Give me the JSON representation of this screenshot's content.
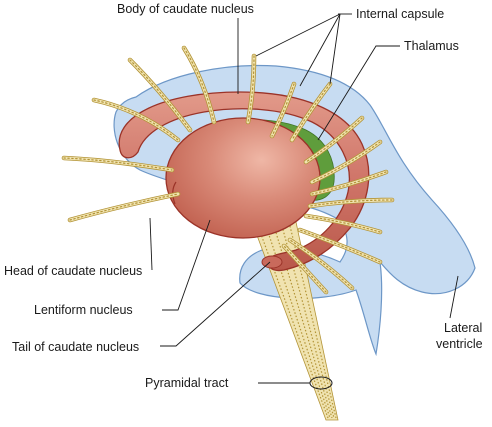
{
  "labels": {
    "body_caudate": "Body of caudate nucleus",
    "internal_capsule": "Internal capsule",
    "thalamus": "Thalamus",
    "head_caudate": "Head of caudate nucleus",
    "lentiform": "Lentiform nucleus",
    "tail_caudate": "Tail of caudate nucleus",
    "pyramidal": "Pyramidal tract",
    "lateral_ventricle_line1": "Lateral",
    "lateral_ventricle_line2": "ventricle"
  },
  "colors": {
    "ventricle_fill": "#c7dcf2",
    "ventricle_stroke": "#6d97c7",
    "caudate_fill": "#cf7468",
    "caudate_stroke": "#9b3328",
    "lentiform_fill": "#d47c6c",
    "thalamus_fill": "#5f9d3c",
    "fiber_fill": "#f0e3b0",
    "fiber_dot": "#b39437",
    "leader_line": "#1a1a1a"
  }
}
